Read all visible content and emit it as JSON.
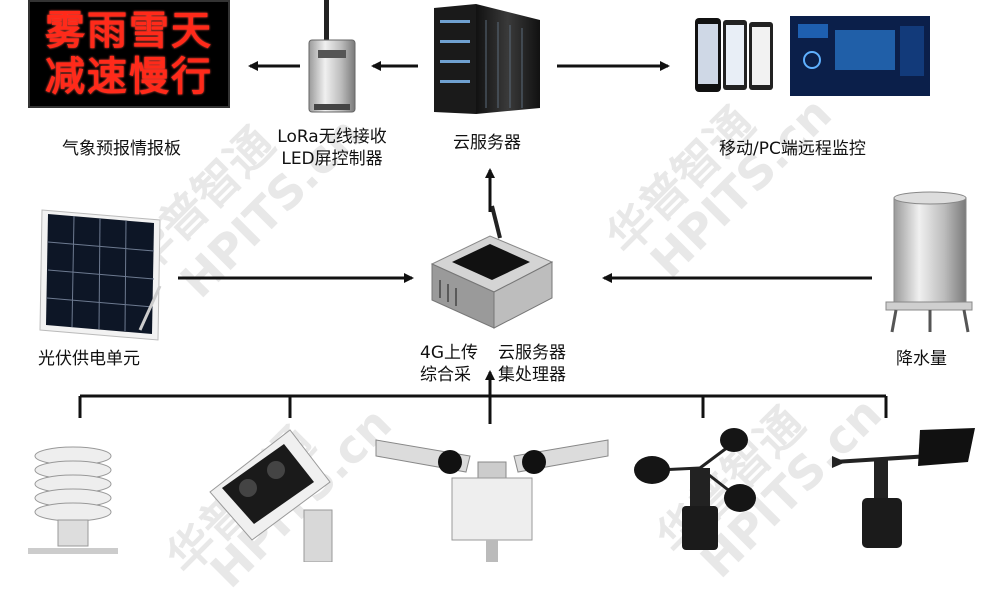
{
  "led_board": {
    "line1": "雾雨雪天",
    "line2": "减速慢行"
  },
  "labels": {
    "weather_board": "气象预报情报板",
    "lora_line1": "LoRa无线接收",
    "lora_line2": "LED屏控制器",
    "cloud_server": "云服务器",
    "remote_monitor": "移动/PC端远程监控",
    "solar": "光伏供电单元",
    "rain": "降水量",
    "collector_left_line1": "4G上传",
    "collector_left_line2": "综合采",
    "collector_right_line1": "云服务器",
    "collector_right_line2": "集处理器"
  },
  "watermark": {
    "cn": "华普智通",
    "en": "HPITS.cn"
  },
  "icons": [
    "led-board-icon",
    "lora-receiver-icon",
    "server-rack-icon",
    "phone-pc-monitor-icon",
    "solar-panel-icon",
    "collector-box-icon",
    "rain-gauge-icon",
    "louver-shield-icon",
    "radiation-sensor-icon",
    "visibility-sensor-icon",
    "anemometer-icon",
    "wind-vane-icon"
  ]
}
